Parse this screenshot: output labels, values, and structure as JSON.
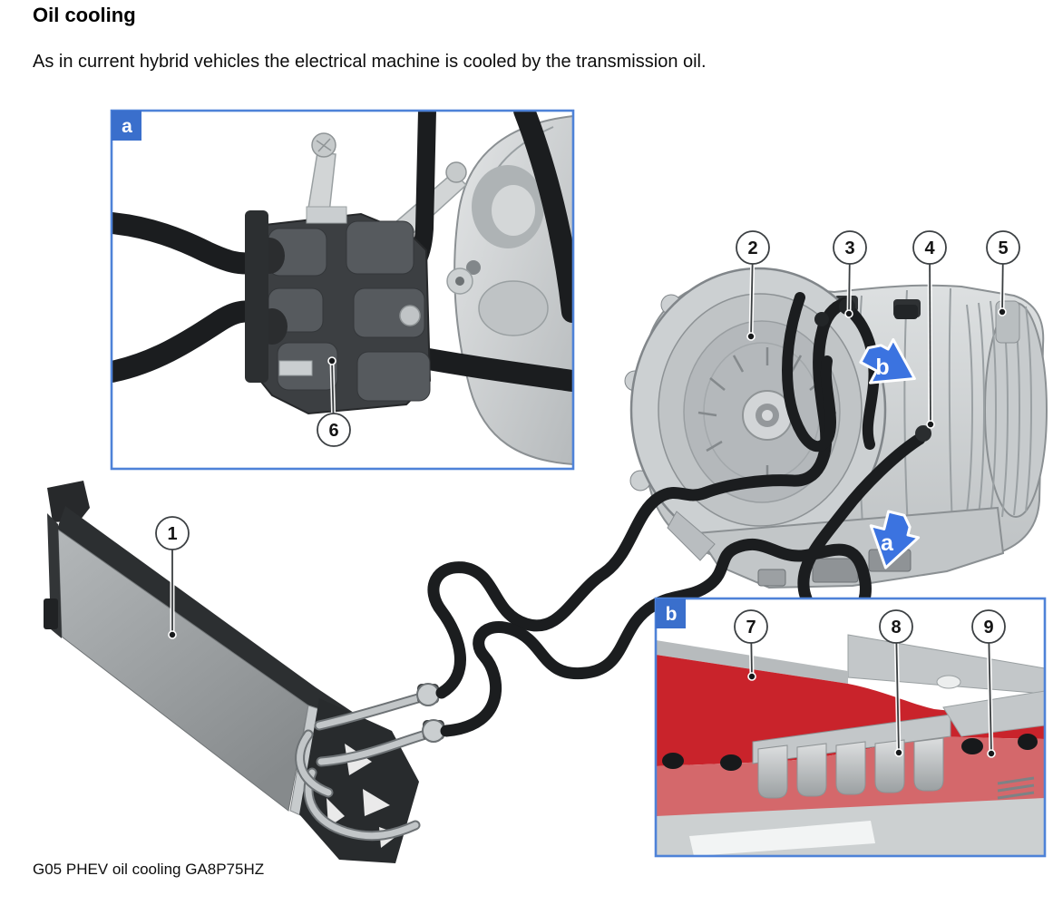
{
  "page": {
    "heading": "Oil cooling",
    "body_text": "As in current hybrid vehicles the electrical machine is cooled by the transmission oil.",
    "caption": "G05 PHEV oil cooling GA8P75HZ"
  },
  "figure": {
    "insets": {
      "a": {
        "label": "a"
      },
      "b": {
        "label": "b"
      }
    },
    "arrows": {
      "a": {
        "label": "a"
      },
      "b": {
        "label": "b"
      }
    },
    "callouts": {
      "c1": {
        "label": "1"
      },
      "c2": {
        "label": "2"
      },
      "c3": {
        "label": "3"
      },
      "c4": {
        "label": "4"
      },
      "c5": {
        "label": "5"
      },
      "c6": {
        "label": "6"
      },
      "c7": {
        "label": "7"
      },
      "c8": {
        "label": "8"
      },
      "c9": {
        "label": "9"
      }
    },
    "colors": {
      "label_blue": "#3a6fcc",
      "border_blue": "#4e82d8",
      "arrow_blue": "#3b73e0",
      "oil_red": "#c9232b",
      "oil_red_light": "#d4686b"
    }
  }
}
